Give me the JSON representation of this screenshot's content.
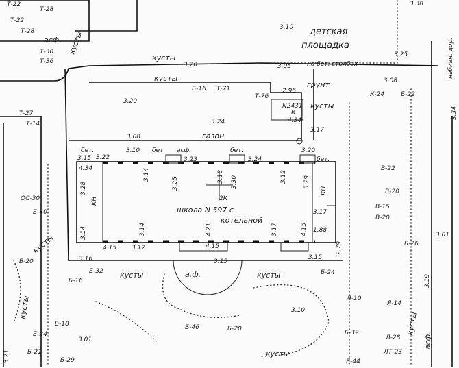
{
  "title": "Topographic plan fragment",
  "building": {
    "name": "школа N 597 с",
    "name2": "котельной",
    "floors": "2К",
    "kn_left": "КН",
    "kn_right": "КН"
  },
  "areas": {
    "playground1": "детская",
    "playground2": "площадка",
    "poles": "на бет. столбах",
    "ground": "грунт",
    "lawn": "газон",
    "asphalt_front": "а.ф.",
    "asphalt_tl": "асф.",
    "asphalt_right": "асф.",
    "beton1": "бет.",
    "asfalt_mid": "асф.",
    "beton2": "бет.",
    "beton3": "бет.",
    "beton4": "бет.",
    "path_right": "набивн. дор."
  },
  "bushes": [
    "кусты",
    "кусты",
    "кусты",
    "кусты",
    "кусты",
    "кусты",
    "кусты",
    "кусты",
    "кусты",
    "кусты"
  ],
  "elevations": [
    "3.10",
    "3.25",
    "3.05",
    "3.20",
    "3.20",
    "2.96",
    "3.08",
    "3.24",
    "3.17",
    "3.08",
    "3.10",
    "3.23",
    "3.24",
    "3.20",
    "3.15",
    "3.25",
    "3.18",
    "3.30",
    "3.12",
    "3.29",
    "3.14",
    "3.14",
    "4.21",
    "4.15",
    "3.17",
    "4.15",
    "4.15",
    "3.12",
    "3.17",
    "1.88",
    "3.16",
    "3.15",
    "3.15",
    "2.79",
    "3.10",
    "3.01",
    "3.21",
    "3.38",
    "3.34",
    "3.19",
    "3.01"
  ],
  "trees": [
    "Т-22",
    "Т-28",
    "Т-22",
    "Т-28",
    "Т-30",
    "Т-36",
    "Т-27",
    "Т-14",
    "Б-16",
    "Т-71",
    "Т-76",
    "Б-40",
    "ОС-30",
    "Б-20",
    "Б-16",
    "Б-32",
    "Б-18",
    "Б-24",
    "Б-21",
    "Б-29",
    "Б-46",
    "Б-20",
    "Б-24",
    "Л-10",
    "Б-32",
    "К-24",
    "Б-22",
    "В-22",
    "В-20",
    "В-15",
    "В-20",
    "Б-26",
    "Я-14",
    "Л-28",
    "ЛТ-23",
    "Б-44"
  ],
  "misc": {
    "well": "N2431",
    "well_k": "К",
    "well_elev": "4.34",
    "n_b": "4.34",
    "door1": "3.22",
    "h_left": "3.14",
    "h_left2": "3.28"
  }
}
